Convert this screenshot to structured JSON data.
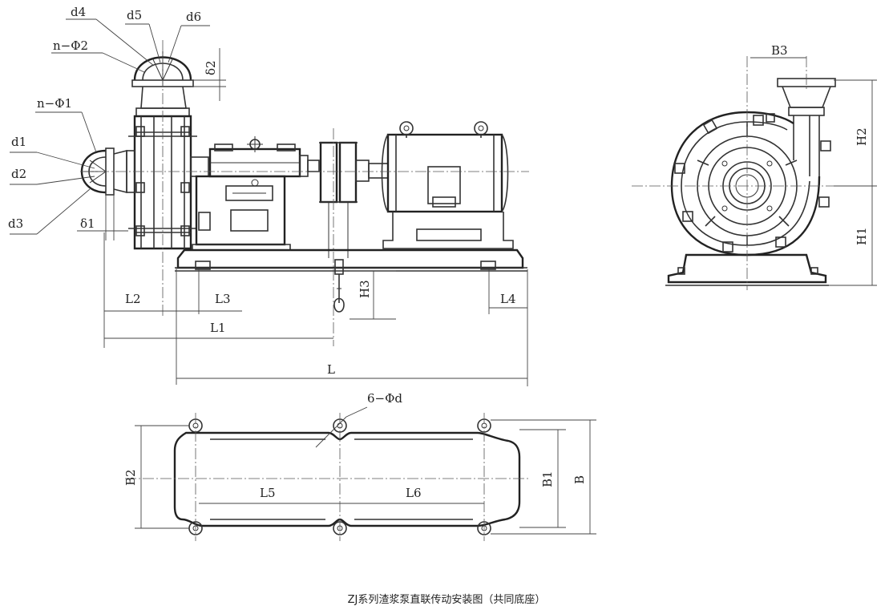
{
  "caption": "ZJ系列渣浆泵直联传动安装图（共同底座）",
  "labels": {
    "d4": "d4",
    "d5": "d5",
    "d6": "d6",
    "nphi2": "n−Φ2",
    "nphi1": "n−Φ1",
    "d1": "d1",
    "d2": "d2",
    "d3": "d3",
    "delta1": "δ1",
    "delta2": "δ2",
    "L2": "L2",
    "L3": "L3",
    "L1": "L1",
    "L": "L",
    "L4": "L4",
    "H3": "H3",
    "B3": "B3",
    "H2": "H2",
    "H1": "H1",
    "sixphid": "6−Φd",
    "B2": "B2",
    "L5": "L5",
    "L6": "L6",
    "B1": "B1",
    "B": "B"
  },
  "colors": {
    "line": "#333333",
    "text": "#222222",
    "background": "#ffffff"
  }
}
